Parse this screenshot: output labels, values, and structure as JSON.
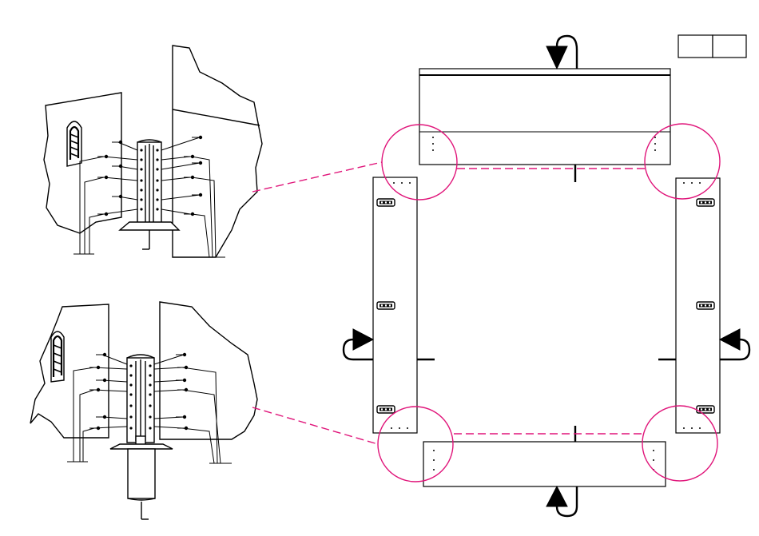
{
  "page": {
    "title_block_cells": [
      "",
      ""
    ]
  },
  "colors": {
    "line": "#000000",
    "callout": "#e0157a",
    "background": "#ffffff"
  },
  "diagram": {
    "type": "assembly-instruction",
    "upper_detail": "corner-bracket-with-base-plate",
    "lower_detail": "corner-bracket-with-leveling-foot",
    "plan_view": "four-panel-frame-top-view",
    "rotation_arrows": [
      "top",
      "left",
      "right",
      "bottom"
    ],
    "callout_circles": [
      "top-left",
      "top-right",
      "bottom-left",
      "bottom-right"
    ],
    "hinges_per_side": 3
  }
}
